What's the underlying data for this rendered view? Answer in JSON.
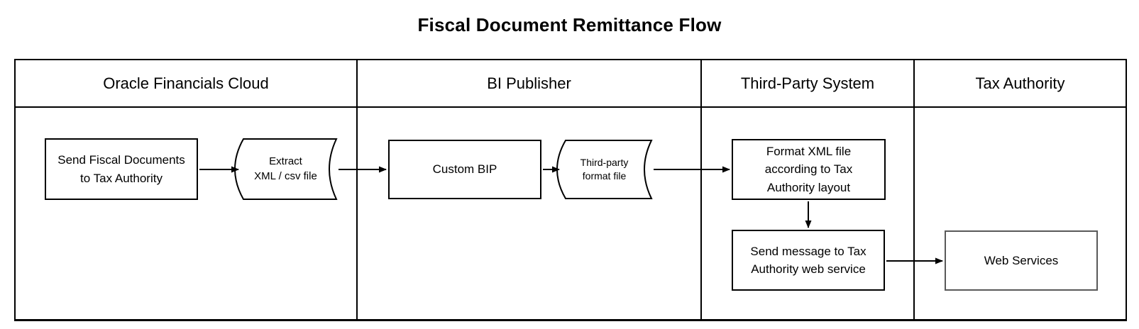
{
  "title": "Fiscal Document Remittance Flow",
  "lanes": [
    {
      "label": "Oracle Financials Cloud"
    },
    {
      "label": "BI Publisher"
    },
    {
      "label": "Third-Party System"
    },
    {
      "label": "Tax Authority"
    }
  ],
  "nodes": {
    "send_fiscal_documents": {
      "type": "process",
      "lane": "Oracle Financials Cloud",
      "lines": [
        "Send Fiscal Documents",
        "to Tax Authority"
      ]
    },
    "extract_xml_csv_file": {
      "type": "stored-data",
      "lane": "Oracle Financials Cloud",
      "lines": [
        "Extract",
        "XML / csv file"
      ]
    },
    "custom_bip": {
      "type": "process",
      "lane": "BI Publisher",
      "lines": [
        "Custom BIP"
      ]
    },
    "third_party_format_file": {
      "type": "stored-data",
      "lane": "BI Publisher",
      "lines": [
        "Third-party",
        "format file"
      ]
    },
    "format_xml_file": {
      "type": "process",
      "lane": "Third-Party System",
      "lines": [
        "Format XML file",
        "according to Tax",
        "Authority layout"
      ]
    },
    "send_message": {
      "type": "process",
      "lane": "Third-Party System",
      "lines": [
        "Send message to Tax",
        "Authority web service"
      ]
    },
    "web_services": {
      "type": "process",
      "lane": "Tax Authority",
      "lines": [
        "Web Services"
      ]
    }
  },
  "connections": [
    {
      "from": "send_fiscal_documents",
      "to": "extract_xml_csv_file"
    },
    {
      "from": "extract_xml_csv_file",
      "to": "custom_bip"
    },
    {
      "from": "custom_bip",
      "to": "third_party_format_file"
    },
    {
      "from": "third_party_format_file",
      "to": "format_xml_file"
    },
    {
      "from": "format_xml_file",
      "to": "send_message"
    },
    {
      "from": "send_message",
      "to": "web_services"
    }
  ],
  "colors": {
    "line": "#000000",
    "web_services_border": "#595959",
    "background": "#ffffff"
  }
}
